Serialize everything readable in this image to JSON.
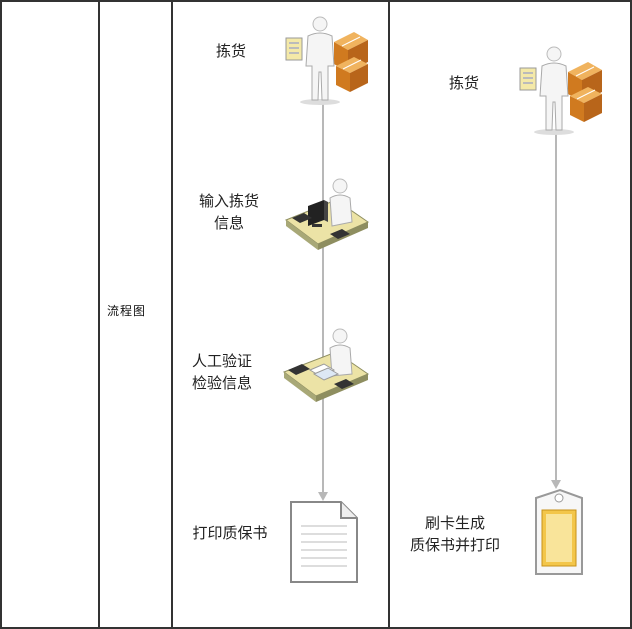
{
  "diagram": {
    "row_label": "流程图",
    "left_lane": {
      "steps": [
        {
          "label_lines": [
            "拣货"
          ],
          "icon": "picker-with-boxes-icon"
        },
        {
          "label_lines": [
            "输入拣货",
            "信息"
          ],
          "icon": "desk-computer-operator-icon"
        },
        {
          "label_lines": [
            "人工验证",
            "检验信息"
          ],
          "icon": "desk-manual-check-icon"
        },
        {
          "label_lines": [
            "打印质保书"
          ],
          "icon": "document-icon"
        }
      ]
    },
    "right_lane": {
      "steps": [
        {
          "label_lines": [
            "拣货"
          ],
          "icon": "picker-with-boxes-icon"
        },
        {
          "label_lines": [
            "刷卡生成",
            "质保书并打印"
          ],
          "icon": "card-terminal-icon"
        }
      ]
    }
  },
  "colors": {
    "border": "#333333",
    "connector": "#b8b8b8",
    "box": "#d98a2b",
    "figure": "#f2f2f2"
  }
}
